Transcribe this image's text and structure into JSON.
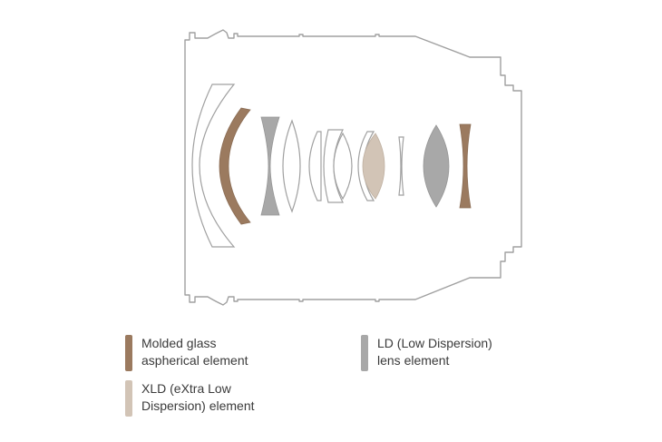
{
  "colors": {
    "molded_aspherical": "#9b7a5f",
    "xld": "#d2c4b6",
    "ld": "#a8a8a8",
    "outline": "#a0a0a0",
    "text": "#3a3a3a"
  },
  "legend": {
    "molded": "Molded glass\naspherical element",
    "xld": "XLD (eXtra Low\nDispersion) element",
    "ld": "LD (Low Dispersion)\nlens element"
  }
}
